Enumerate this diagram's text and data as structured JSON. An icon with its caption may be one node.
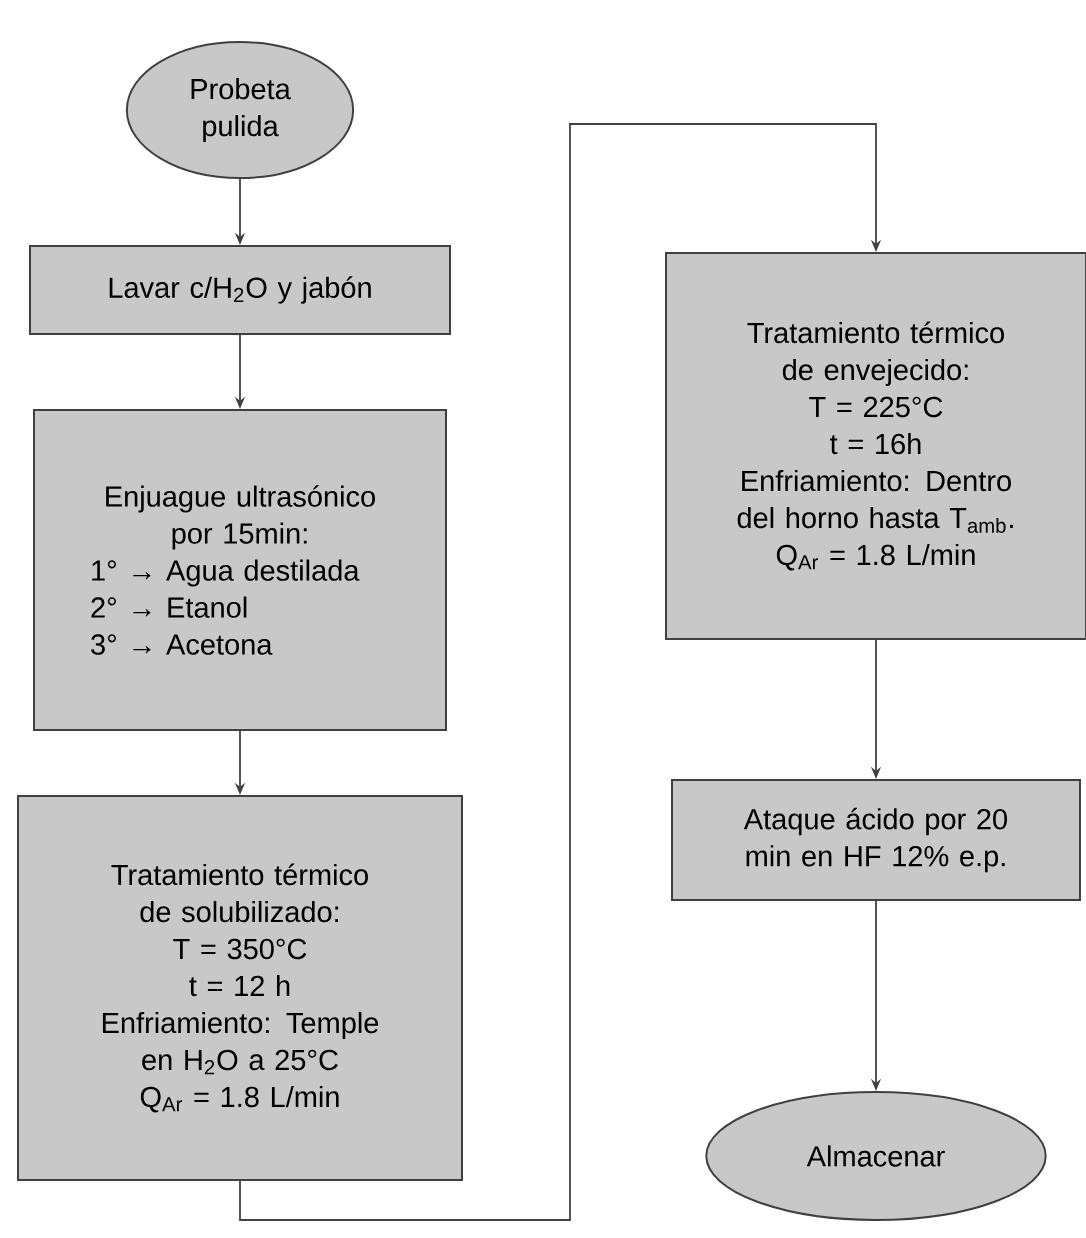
{
  "diagram": {
    "nodes": [
      {
        "text": [
          "Probeta pulida"
        ]
      },
      {
        "text": [
          "Lavar c/H$_{2}$O y jabón"
        ]
      },
      {
        "text": [
          "Enjuague ultrasónico por 15min:",
          "1° → Agua destilada",
          "2° → Etanol",
          "3° → Acetona"
        ]
      },
      {
        "text": [
          "Tratamiento térmico de solubilizado:",
          "T = 350°C",
          "t = 12 h",
          "Enfriamiento: Temple en H$_{2}$O a 25°C",
          "Q$_{Ar}$ = 1.8 L/min"
        ]
      },
      {
        "text": [
          "Tratamiento térmico de envejecido:",
          "T = 225°C",
          "t = 16h",
          "Enfriamiento: Dentro del horno hasta T$_{amb}$.",
          "Q$_{Ar}$ = 1.8 L/min"
        ]
      },
      {
        "text": [
          "Ataque ácido por 20 min en HF 12% e.p."
        ]
      },
      {
        "text": [
          "Almacenar"
        ]
      }
    ],
    "edges": [
      {
        "from": 0,
        "to": 1,
        "arrow": "to"
      },
      {
        "from": 1,
        "to": 2,
        "arrow": "to"
      },
      {
        "from": 2,
        "to": 3,
        "arrow": "to"
      },
      {
        "from": 3,
        "to": 4,
        "arrow": "to"
      },
      {
        "from": 4,
        "to": 5,
        "arrow": "to"
      },
      {
        "from": 5,
        "to": 6,
        "arrow": "to"
      }
    ]
  }
}
